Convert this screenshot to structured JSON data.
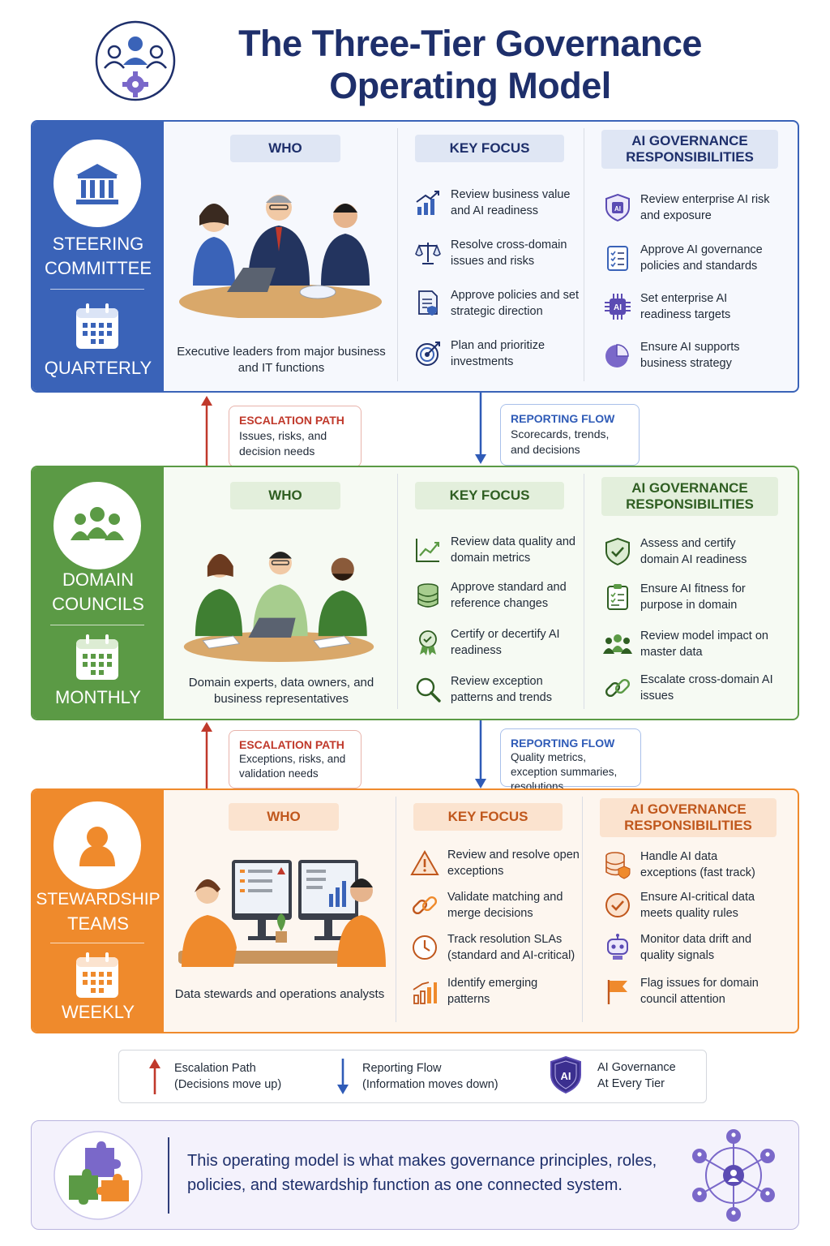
{
  "title": "The Three-Tier Governance Operating Model",
  "header_icon": "people-gear-icon",
  "tiers": [
    {
      "name_line1": "STEERING",
      "name_line2": "COMMITTEE",
      "frequency": "QUARTERLY",
      "color": "#3a63b8",
      "pill_bg": "#dfe6f4",
      "pill_text": "#1e2f6b",
      "who_label": "WHO",
      "focus_label": "KEY FOCUS",
      "ai_label_line1": "AI GOVERNANCE",
      "ai_label_line2": "RESPONSIBILITIES",
      "who_text": "Executive leaders from major business and IT functions",
      "focus": [
        {
          "icon": "growth-chart-icon",
          "text": "Review business value and AI readiness"
        },
        {
          "icon": "scales-icon",
          "text": "Resolve cross-domain issues and risks"
        },
        {
          "icon": "policy-document-icon",
          "text": "Approve policies and set strategic direction"
        },
        {
          "icon": "target-icon",
          "text": "Plan and prioritize investments"
        }
      ],
      "ai": [
        {
          "icon": "ai-shield-icon",
          "text": "Review enterprise AI risk and exposure"
        },
        {
          "icon": "checklist-icon",
          "text": "Approve AI governance policies and standards"
        },
        {
          "icon": "ai-chip-icon",
          "text": "Set enterprise AI readiness targets"
        },
        {
          "icon": "pie-chart-icon",
          "text": "Ensure AI supports business strategy"
        }
      ]
    },
    {
      "name_line1": "DOMAIN",
      "name_line2": "COUNCILS",
      "frequency": "MONTHLY",
      "color": "#5b9a45",
      "pill_bg": "#e3efdc",
      "pill_text": "#2f5e22",
      "who_label": "WHO",
      "focus_label": "KEY FOCUS",
      "ai_label_line1": "AI GOVERNANCE",
      "ai_label_line2": "RESPONSIBILITIES",
      "who_text": "Domain experts, data owners, and business representatives",
      "focus": [
        {
          "icon": "line-chart-icon",
          "text": "Review data quality and domain metrics"
        },
        {
          "icon": "database-icon",
          "text": "Approve standard and reference changes"
        },
        {
          "icon": "certificate-badge-icon",
          "text": "Certify or decertify AI readiness"
        },
        {
          "icon": "magnifier-icon",
          "text": "Review exception patterns and trends"
        }
      ],
      "ai": [
        {
          "icon": "shield-check-icon",
          "text": "Assess and certify domain AI readiness"
        },
        {
          "icon": "clipboard-check-icon",
          "text": "Ensure AI fitness for purpose in domain"
        },
        {
          "icon": "people-group-icon",
          "text": "Review model impact on master data"
        },
        {
          "icon": "chain-link-icon",
          "text": "Escalate cross-domain AI issues"
        }
      ]
    },
    {
      "name_line1": "STEWARDSHIP",
      "name_line2": "TEAMS",
      "frequency": "WEEKLY",
      "color": "#ef8a2c",
      "pill_bg": "#fbe3cf",
      "pill_text": "#c0571c",
      "who_label": "WHO",
      "focus_label": "KEY FOCUS",
      "ai_label_line1": "AI GOVERNANCE",
      "ai_label_line2": "RESPONSIBILITIES",
      "who_text": "Data stewards and operations analysts",
      "focus": [
        {
          "icon": "warning-triangle-icon",
          "text": "Review and resolve open exceptions"
        },
        {
          "icon": "chain-link-icon",
          "text": "Validate matching and merge decisions"
        },
        {
          "icon": "clock-icon",
          "text": "Track resolution SLAs (standard and AI-critical)"
        },
        {
          "icon": "bar-growth-icon",
          "text": "Identify emerging patterns"
        }
      ],
      "ai": [
        {
          "icon": "database-shield-icon",
          "text": "Handle AI data exceptions (fast track)"
        },
        {
          "icon": "check-circle-icon",
          "text": "Ensure AI-critical data meets quality rules"
        },
        {
          "icon": "robot-icon",
          "text": "Monitor data drift and quality signals"
        },
        {
          "icon": "flag-icon",
          "text": "Flag issues for domain council attention"
        }
      ]
    }
  ],
  "flows": [
    {
      "escalation_title": "ESCALATION PATH",
      "escalation_text": "Issues, risks, and decision needs",
      "reporting_title": "REPORTING FLOW",
      "reporting_text": "Scorecards, trends, and decisions"
    },
    {
      "escalation_title": "ESCALATION PATH",
      "escalation_text": "Exceptions, risks, and validation needs",
      "reporting_title": "REPORTING FLOW",
      "reporting_text": "Quality metrics, exception summaries, resolutions"
    }
  ],
  "legend": {
    "up_line1": "Escalation Path",
    "up_line2": "(Decisions move up)",
    "down_line1": "Reporting Flow",
    "down_line2": "(Information moves down)",
    "ai_line1": "AI Governance",
    "ai_line2": "At Every Tier",
    "ai_badge": "AI"
  },
  "footer": {
    "text": "This operating model is what makes governance principles, roles, policies, and stewardship function as one connected system."
  },
  "colors": {
    "escalation": "#c0392b",
    "reporting": "#2f5bb7",
    "ai_purple": "#5b4bb3"
  }
}
